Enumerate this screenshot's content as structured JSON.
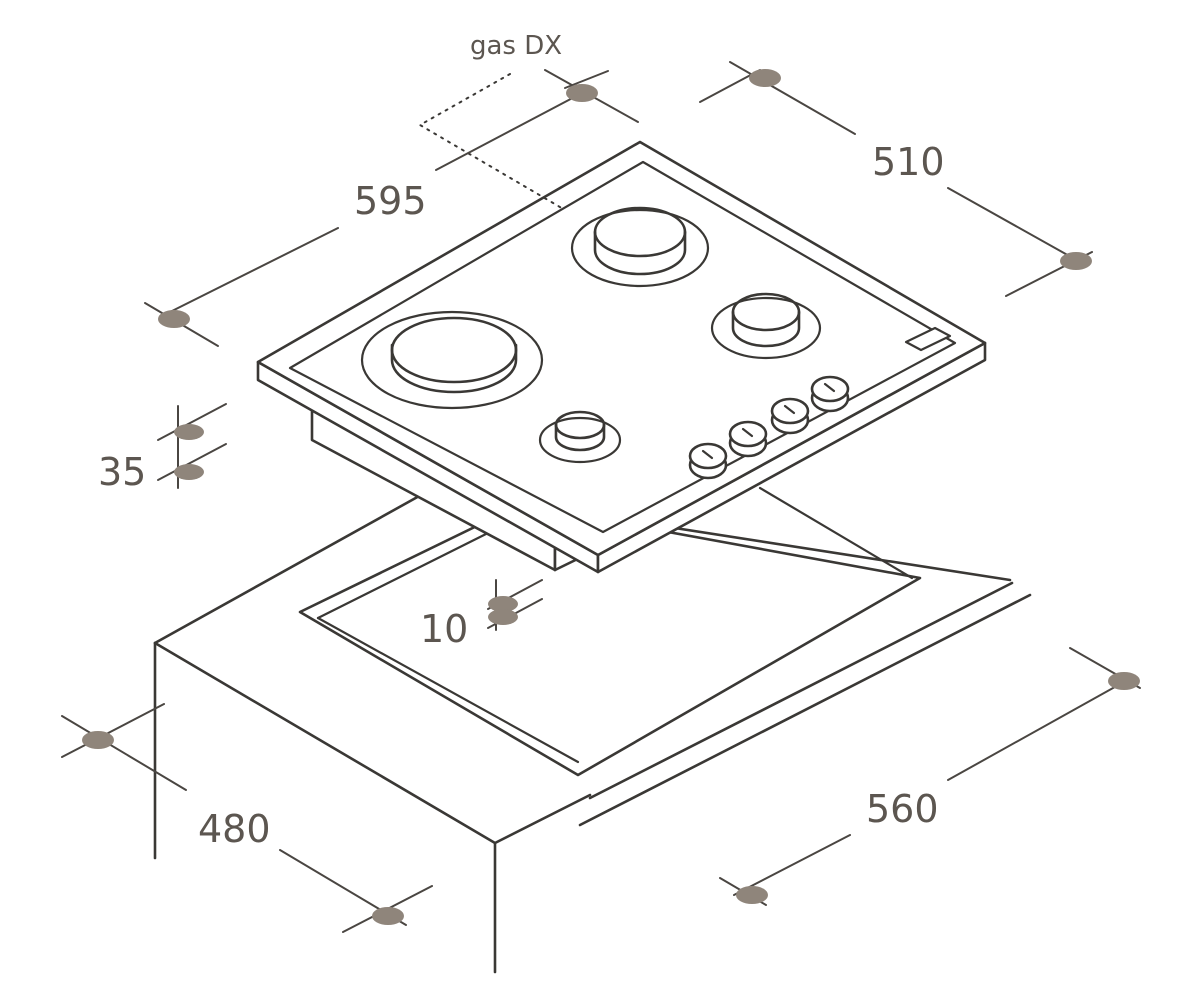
{
  "labels": {
    "gas": "gas DX",
    "w595": "595",
    "d510": "510",
    "h35": "35",
    "gap10": "10",
    "d480": "480",
    "w560": "560"
  },
  "colors": {
    "line": "#3a3835",
    "dimension": "#4a4642",
    "dimension_dot": "#8f857b",
    "label": "#5c5650"
  }
}
